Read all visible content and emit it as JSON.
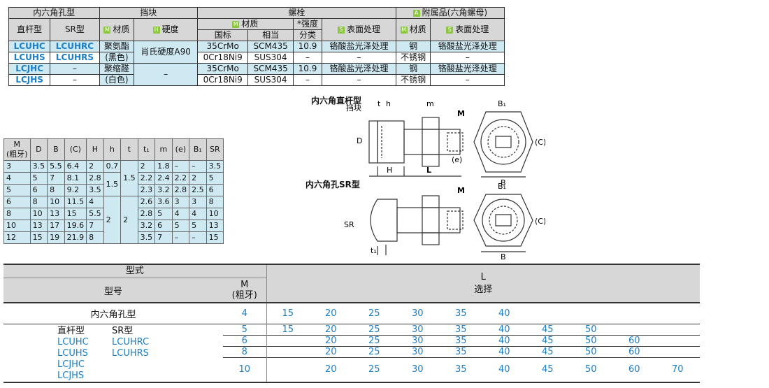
{
  "spec": {
    "h_type": "内六角孔型",
    "h_block": "挡块",
    "h_bolt": "螺栓",
    "h_acc": "附属品(六角螺母)",
    "h_straight": "直杆型",
    "h_sr": "SR型",
    "h_material": "材质",
    "h_hardness": "硬度",
    "h_bmaterial": "材质",
    "h_strength1": "*强度",
    "h_strength2": "分类",
    "h_surface": "表面处理",
    "h_gb": "国标",
    "h_eq": "相当",
    "h_amat": "材质",
    "h_asurf": "表面处理",
    "icon_m": "M",
    "icon_h": "H",
    "icon_s": "S",
    "icon_a": "A",
    "rows": [
      {
        "straight": "LCUHC",
        "sr": "LCUHRC",
        "mat": "聚氨酯",
        "hard": "肖氏硬度A90",
        "gb": "35CrMo",
        "eq": "SCM435",
        "str": "10.9",
        "surf": "铬酸盐光泽处理",
        "amat": "钢",
        "asurf": "铬酸盐光泽处理"
      },
      {
        "straight": "LCUHS",
        "sr": "LCUHRS",
        "mat": "(黑色)",
        "gb": "0Cr18Ni9",
        "eq": "SUS304",
        "str": "–",
        "surf": "–",
        "amat": "不锈钢",
        "asurf": "–"
      },
      {
        "straight": "LCJHC",
        "sr": "–",
        "mat": "聚缩醛",
        "hard": "–",
        "gb": "35CrMo",
        "eq": "SCM435",
        "str": "10.9",
        "surf": "铬酸盐光泽处理",
        "amat": "钢",
        "asurf": "铬酸盐光泽处理"
      },
      {
        "straight": "LCJHS",
        "sr": "–",
        "mat": "(白色)",
        "gb": "0Cr18Ni9",
        "eq": "SUS304",
        "str": "–",
        "surf": "–",
        "amat": "不锈钢",
        "asurf": "–"
      }
    ]
  },
  "dims": {
    "headers": [
      "M\n(粗牙)",
      "D",
      "B",
      "(C)",
      "H",
      "h",
      "t",
      "t₁",
      "m",
      "(e)",
      "B₁",
      "SR"
    ],
    "rows": [
      [
        "3",
        "3.5",
        "5.5",
        "6.4",
        "2",
        "0.7",
        "1.5",
        "2",
        "1.8",
        "–",
        "–",
        "3.5"
      ],
      [
        "4",
        "5",
        "7",
        "8.1",
        "2.8",
        "1.5",
        "",
        "2.2",
        "2.4",
        "2.2",
        "2",
        "5"
      ],
      [
        "5",
        "6",
        "8",
        "9.2",
        "3.5",
        "",
        "",
        "2.3",
        "3.2",
        "2.8",
        "2.5",
        "6"
      ],
      [
        "6",
        "8",
        "10",
        "11.5",
        "4",
        "2",
        "2",
        "2.6",
        "3.6",
        "3",
        "3",
        "8"
      ],
      [
        "8",
        "10",
        "13",
        "15",
        "5.5",
        "",
        "",
        "2.8",
        "5",
        "4",
        "4",
        "10"
      ],
      [
        "10",
        "13",
        "17",
        "19.6",
        "7",
        "",
        "",
        "3.2",
        "6",
        "5",
        "5",
        "13"
      ],
      [
        "12",
        "15",
        "19",
        "21.9",
        "8",
        "",
        "",
        "3.5",
        "7",
        "–",
        "–",
        "15"
      ]
    ]
  },
  "drawings": {
    "straight_title": "内六角直杆型",
    "sr_title": "内六角孔SR型",
    "labels": {
      "block": "挡块",
      "t": "t",
      "h": "h",
      "m": "m",
      "M": "M",
      "B1": "B₁",
      "D": "D",
      "C": "(C)",
      "e": "(e)",
      "H": "H",
      "L": "L",
      "B": "B",
      "SR": "SR",
      "t1": "t₁"
    }
  },
  "bottom": {
    "h_type": "型式",
    "h_model": "型号",
    "h_M1": "M",
    "h_M2": "(粗牙)",
    "h_L": "L",
    "h_sel": "选择",
    "type_name": "内六角孔型",
    "sub_straight": "直杆型",
    "sub_sr": "SR型",
    "models_straight": [
      "LCUHC",
      "LCUHS",
      "LCJHC",
      "LCJHS"
    ],
    "models_sr": [
      "LCUHRC",
      "LCUHRS"
    ],
    "rows": [
      {
        "m": "4",
        "vals": [
          "15",
          "20",
          "25",
          "30",
          "35",
          "40",
          "",
          "",
          "",
          ""
        ]
      },
      {
        "m": "5",
        "vals": [
          "15",
          "20",
          "25",
          "30",
          "35",
          "40",
          "45",
          "50",
          "",
          ""
        ]
      },
      {
        "m": "6",
        "vals": [
          "",
          "20",
          "25",
          "30",
          "35",
          "40",
          "45",
          "50",
          "60",
          ""
        ]
      },
      {
        "m": "8",
        "vals": [
          "",
          "20",
          "25",
          "30",
          "35",
          "40",
          "45",
          "50",
          "60",
          ""
        ]
      },
      {
        "m": "10",
        "vals": [
          "",
          "20",
          "25",
          "30",
          "35",
          "40",
          "45",
          "50",
          "60",
          "70"
        ]
      }
    ]
  }
}
